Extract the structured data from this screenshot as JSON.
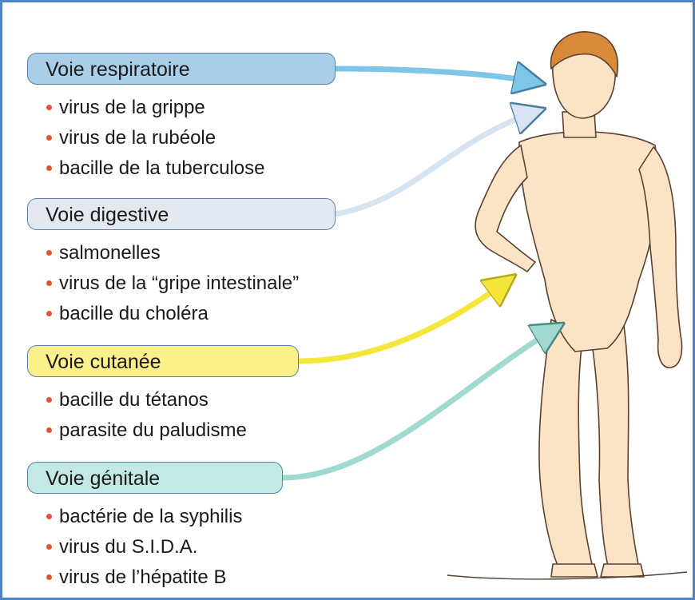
{
  "routes": [
    {
      "label": "Voie respiratoire",
      "color": "#a9cfe8",
      "items": [
        "virus de la grippe",
        "virus de la rubéole",
        "bacille de la tuberculose"
      ]
    },
    {
      "label": "Voie digestive",
      "color": "#e4e9f1",
      "items": [
        "salmonelles",
        "virus de la “gripe intestinale”",
        "bacille du choléra"
      ]
    },
    {
      "label": "Voie cutanée",
      "color": "#fbf08a",
      "items": [
        "bacille du tétanos",
        "parasite du paludisme"
      ]
    },
    {
      "label": "Voie génitale",
      "color": "#c2e9e3",
      "items": [
        "bactérie de la syphilis",
        "virus du S.I.D.A.",
        "virus de l’hépatite B"
      ]
    }
  ],
  "colors": {
    "frame": "#4f82c0",
    "bullet": "#e0553a",
    "arrow_respiratory": "#7dc6e8",
    "arrow_digestive": "#d6e3f0",
    "arrow_cutaneous": "#f5e63c",
    "arrow_genital": "#9fd9cf",
    "skin": "#fbe3c6",
    "hair": "#d9893a"
  }
}
